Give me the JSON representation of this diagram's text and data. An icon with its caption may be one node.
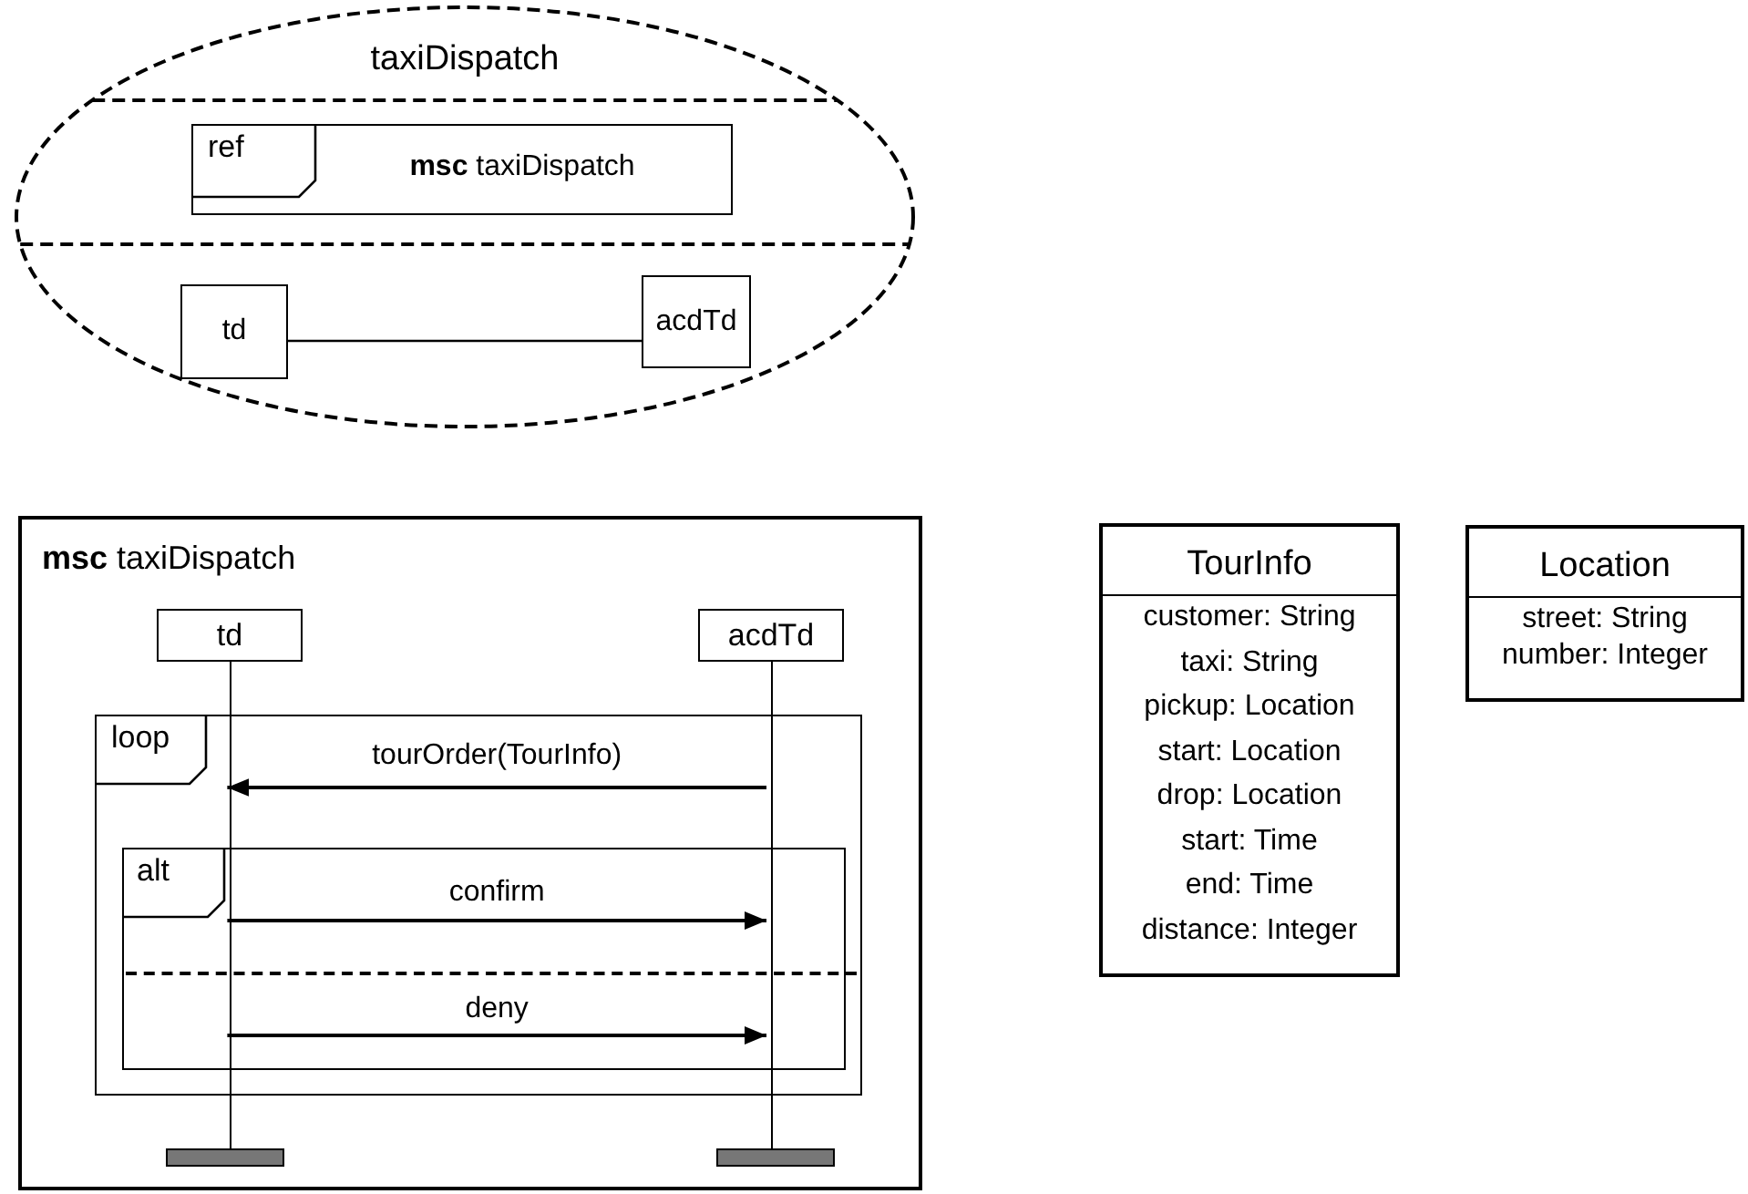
{
  "diagram": {
    "nodes": [
      {
        "text": [
          "taxiDispatch"
        ]
      },
      {
        "text": [
          "ref",
          "**msc** taxiDispatch"
        ],
        "in": 0
      },
      {
        "text": [
          "td"
        ],
        "in": 0
      },
      {
        "text": [
          "acdTd"
        ],
        "in": 0
      },
      {
        "text": [
          "**msc** taxiDispatch"
        ]
      },
      {
        "text": [
          "td"
        ],
        "in": 4
      },
      {
        "text": [
          "acdTd"
        ],
        "in": 4
      },
      {
        "text": [],
        "shape": "line",
        "in": 4
      },
      {
        "text": [],
        "shape": "line",
        "in": 4
      },
      {
        "text": [
          "loop"
        ],
        "in": 4
      },
      {
        "text": [
          "alt"
        ],
        "in": 9
      },
      {
        "text": [],
        "shape": "bar",
        "in": 4
      },
      {
        "text": [],
        "shape": "bar",
        "in": 4
      },
      {
        "text": [
          "TourInfo",
          "customer: String",
          "taxi: String",
          "pickup: Location",
          "start: Location",
          "drop: Location",
          "start: Time",
          "end: Time",
          "distance: Integer"
        ]
      },
      {
        "text": [
          "Location",
          "street: String",
          "number: Integer"
        ]
      }
    ],
    "edges": [
      {
        "from": 2,
        "to": 3,
        "arrow": "none"
      },
      {
        "from": 8,
        "to": 7,
        "arrow": "to",
        "label": "tourOrder(TourInfo)"
      },
      {
        "from": 7,
        "to": 8,
        "arrow": "to",
        "label": "confirm"
      },
      {
        "from": 7,
        "to": 8,
        "arrow": "to",
        "label": "deny"
      }
    ]
  }
}
